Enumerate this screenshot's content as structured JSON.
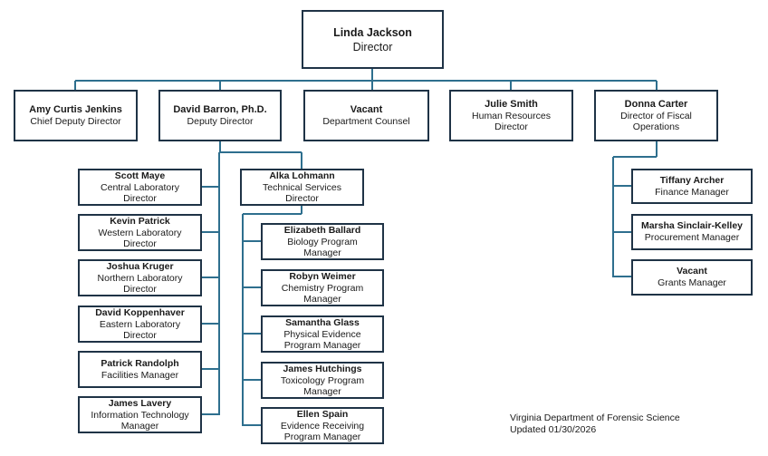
{
  "director": {
    "name": "Linda Jackson",
    "title": "Director"
  },
  "level2": [
    {
      "name": "Amy Curtis Jenkins",
      "title": "Chief Deputy Director"
    },
    {
      "name": "David Barron, Ph.D.",
      "title": "Deputy Director"
    },
    {
      "name": "Vacant",
      "title": "Department Counsel"
    },
    {
      "name": "Julie Smith",
      "title": "Human Resources\nDirector"
    },
    {
      "name": "Donna Carter",
      "title": "Director of Fiscal\nOperations"
    }
  ],
  "deputy_reports": [
    {
      "name": "Scott Maye",
      "title": "Central Laboratory\nDirector"
    },
    {
      "name": "Kevin Patrick",
      "title": "Western Laboratory\nDirector"
    },
    {
      "name": "Joshua Kruger",
      "title": "Northern Laboratory\nDirector"
    },
    {
      "name": "David Koppenhaver",
      "title": "Eastern Laboratory\nDirector"
    },
    {
      "name": "Patrick Randolph",
      "title": "Facilities Manager"
    },
    {
      "name": "James Lavery",
      "title": "Information Technology\nManager"
    }
  ],
  "technical_services": {
    "name": "Alka Lohmann",
    "title": "Technical Services\nDirector"
  },
  "technical_reports": [
    {
      "name": "Elizabeth Ballard",
      "title": "Biology Program\nManager"
    },
    {
      "name": "Robyn Weimer",
      "title": "Chemistry Program\nManager"
    },
    {
      "name": "Samantha Glass",
      "title": "Physical Evidence\nProgram Manager"
    },
    {
      "name": "James Hutchings",
      "title": "Toxicology Program\nManager"
    },
    {
      "name": "Ellen Spain",
      "title": "Evidence Receiving\nProgram Manager"
    }
  ],
  "fiscal_reports": [
    {
      "name": "Tiffany Archer",
      "title": "Finance Manager"
    },
    {
      "name": "Marsha Sinclair-Kelley",
      "title": "Procurement Manager"
    },
    {
      "name": "Vacant",
      "title": "Grants Manager"
    }
  ],
  "footer": {
    "line1": "Virginia Department of Forensic Science",
    "line2": "Updated 01/30/2026"
  },
  "colors": {
    "connector": "#2e6f8e",
    "box_border": "#1f3346"
  }
}
